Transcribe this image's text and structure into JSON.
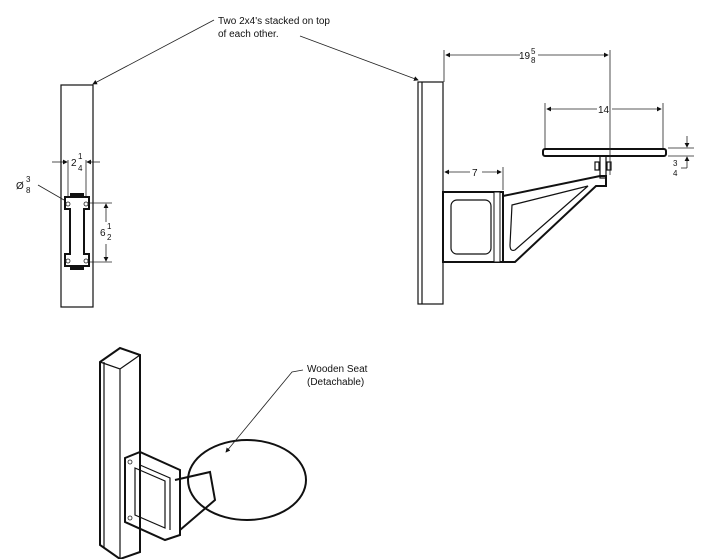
{
  "annotations": {
    "stacked_note_line1": "Two 2x4's stacked on top",
    "stacked_note_line2": "of each other.",
    "seat_note_line1": "Wooden Seat",
    "seat_note_line2": "(Detachable)"
  },
  "front_view": {
    "width_whole": "2",
    "width_num": "1",
    "width_den": "4",
    "hole_prefix": "Ø",
    "hole_num": "3",
    "hole_den": "8",
    "height_whole": "6",
    "height_num": "1",
    "height_den": "2"
  },
  "side_view": {
    "overall_whole": "19",
    "overall_num": "5",
    "overall_den": "8",
    "seat_width": "14",
    "bracket_depth": "7",
    "seat_thick_num": "3",
    "seat_thick_den": "4"
  }
}
